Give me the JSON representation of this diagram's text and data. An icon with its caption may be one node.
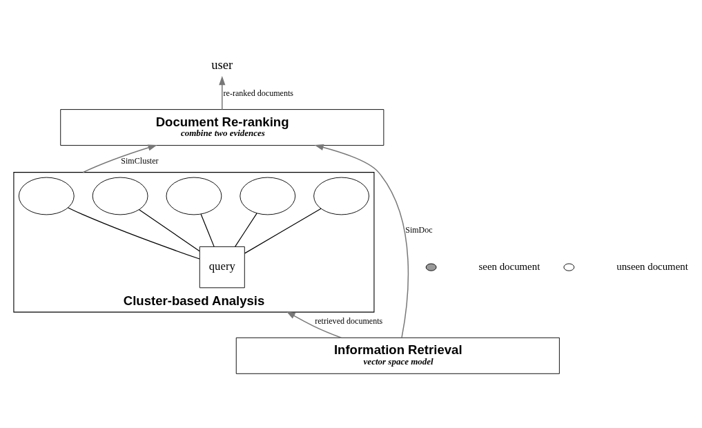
{
  "diagram": {
    "nodes": [
      {
        "text": [
          "user"
        ]
      },
      {
        "text": [
          "Document Re-ranking",
          "combine two evidences"
        ]
      },
      {
        "text": [
          "Cluster-based Analysis"
        ]
      },
      {
        "text": [],
        "shape": "ellipse",
        "in": 2
      },
      {
        "text": [],
        "shape": "ellipse",
        "in": 2
      },
      {
        "text": [],
        "shape": "ellipse",
        "in": 2
      },
      {
        "text": [],
        "shape": "ellipse",
        "in": 2
      },
      {
        "text": [],
        "shape": "ellipse",
        "in": 2
      },
      {
        "text": [
          "query"
        ],
        "in": 2
      },
      {
        "text": [
          "Information Retrieval",
          "vector space model"
        ]
      }
    ],
    "edges": [
      {
        "from": 1,
        "to": 0,
        "arrow": "to",
        "label": "re-ranked documents",
        "color": "#777777"
      },
      {
        "from": 2,
        "to": 1,
        "arrow": "to",
        "label": "SimCluster",
        "color": "#777777"
      },
      {
        "from": 9,
        "to": 1,
        "arrow": "to",
        "label": "SimDoc",
        "color": "#777777"
      },
      {
        "from": 9,
        "to": 2,
        "arrow": "to",
        "label": "retrieved documents",
        "color": "#777777"
      },
      {
        "from": 8,
        "to": 3,
        "arrow": "none"
      },
      {
        "from": 8,
        "to": 4,
        "arrow": "none"
      },
      {
        "from": 8,
        "to": 5,
        "arrow": "none"
      },
      {
        "from": 8,
        "to": 6,
        "arrow": "none"
      },
      {
        "from": 8,
        "to": 7,
        "arrow": "none"
      }
    ],
    "legend": [
      {
        "text": "seen document"
      },
      {
        "text": "unseen document"
      }
    ]
  }
}
